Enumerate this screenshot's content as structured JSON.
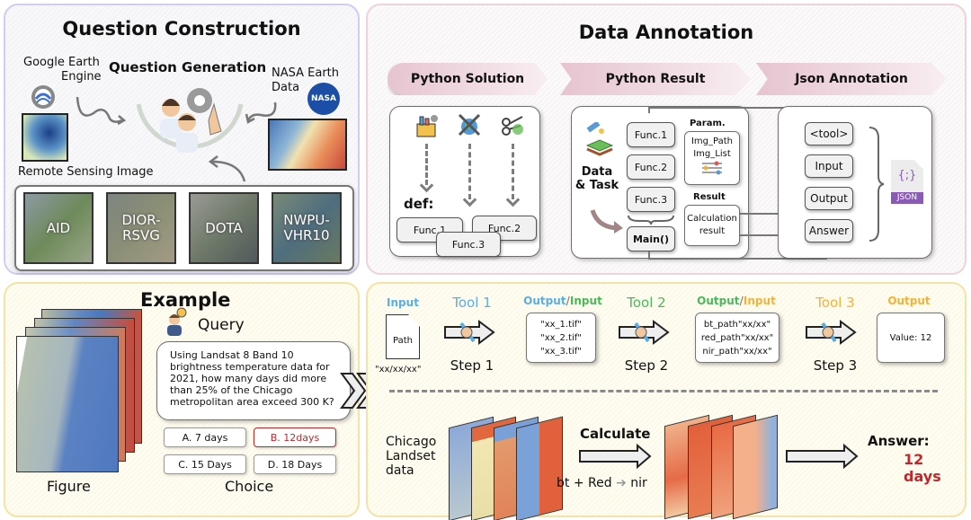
{
  "question_construction": {
    "title": "Question Construction",
    "center_label": "Question Generation",
    "source_left": "Google Earth Engine",
    "source_left_line1": "Google Earth",
    "source_left_line2": "Engine",
    "source_right_line1": "NASA Earth",
    "source_right_line2": "Data",
    "nasa_logo_text": "NASA",
    "rs_label": "Remote Sensing Image",
    "datasets": [
      {
        "line1": "AID",
        "line2": ""
      },
      {
        "line1": "DIOR-",
        "line2": "RSVG"
      },
      {
        "line1": "DOTA",
        "line2": ""
      },
      {
        "line1": "NWPU-",
        "line2": "VHR10"
      }
    ]
  },
  "data_annotation": {
    "title": "Data Annotation",
    "stages": [
      "Python Solution",
      "Python Result",
      "Json Annotation"
    ],
    "solution": {
      "def_label": "def:",
      "funcs": [
        "Func.1",
        "Func.2",
        "Func.3"
      ]
    },
    "result": {
      "data_task_line1": "Data",
      "data_task_line2": "& Task",
      "funcs": [
        "Func.1",
        "Func.2",
        "Func.3"
      ],
      "main_label": "Main()",
      "param_tab": "Param.",
      "param_items": [
        "Img_Path",
        "Img_List"
      ],
      "result_tab": "Result",
      "result_line1": "Calculation",
      "result_line2": "result"
    },
    "json": {
      "fields": [
        "<tool>",
        "Input",
        "Output",
        "Answer"
      ],
      "file_glyph": "{;}",
      "file_label": "JSON"
    }
  },
  "example": {
    "title": "Example",
    "query_label": "Query",
    "query_text": "Using Landsat 8 Band 10 brightness temperature data for 2021, how many days did more than 25% of the Chicago metropolitan area exceed 300 K?",
    "figure_label": "Figure",
    "choice_label": "Choice",
    "choices": [
      {
        "label": "A. 7 days",
        "selected": false
      },
      {
        "label": "B. 12days",
        "selected": true
      },
      {
        "label": "C. 15 Days",
        "selected": false
      },
      {
        "label": "D. 18 Days",
        "selected": false
      }
    ]
  },
  "flow": {
    "input_label": "Input",
    "input_file": "Path",
    "input_value": "\"xx/xx/xx\"",
    "tools": [
      {
        "label": "Tool 1",
        "step": "Step 1",
        "color": "#5aaee6"
      },
      {
        "label": "Tool 2",
        "step": "Step 2",
        "color": "#4cb85c"
      },
      {
        "label": "Tool 3",
        "step": "Step 3",
        "color": "#f2b33a"
      }
    ],
    "io1": {
      "out": "Output",
      "sep": "/",
      "in": "Input",
      "items": [
        "\"xx_1.tif\"",
        "\"xx_2.tif\"",
        "\"xx_3.tif\""
      ]
    },
    "io2": {
      "out": "Output",
      "sep": "/",
      "in": "Input",
      "items": [
        "bt_path\"xx/xx\"",
        "red_path\"xx/xx\"",
        "nir_path\"xx/xx\""
      ]
    },
    "output_label": "Output",
    "output_value": "Value: 12",
    "data_line1": "Chicago",
    "data_line2": "Landset",
    "data_line3": "data",
    "calculate_label": "Calculate",
    "formula": "bt + Red",
    "formula_target": "nir",
    "answer_label": "Answer:",
    "answer_value": "12 days",
    "colors": {
      "blue": "#5aaee6",
      "green": "#4cb85c",
      "orange": "#f2b33a",
      "answer": "#c0282c"
    }
  }
}
